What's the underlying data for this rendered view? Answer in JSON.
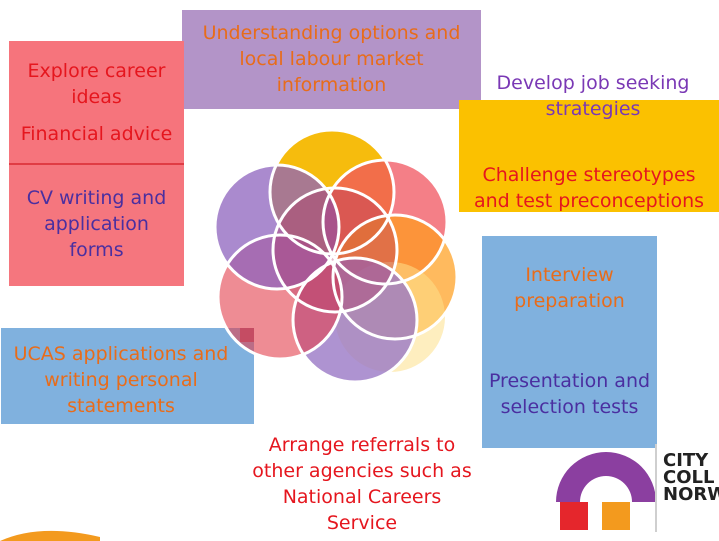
{
  "texts": {
    "understanding": [
      "Understanding options and",
      "local labour market",
      "information"
    ],
    "explore": [
      "Explore career",
      "ideas"
    ],
    "financial": "Financial advice",
    "cv": [
      "CV writing and",
      "application",
      "forms"
    ],
    "develop": [
      "Develop job seeking",
      "strategies"
    ],
    "challenge": [
      "Challenge stereotypes",
      "and test preconceptions"
    ],
    "interview": [
      "Interview",
      "preparation"
    ],
    "presentation": [
      "Presentation and",
      "selection tests"
    ],
    "ucas": [
      "UCAS applications and",
      "writing personal",
      "statements"
    ],
    "referrals": [
      "Arrange referrals to",
      "other agencies such as",
      "National Careers",
      "Service"
    ]
  },
  "logo": {
    "lines": [
      "CITY",
      "COLL",
      "NORW"
    ]
  },
  "colors": {
    "purple_box": "#b394c8",
    "red_box": "#f5767e",
    "yellow_box": "#fbc100",
    "blue_box": "#80b1de",
    "orange_text": "#e86c1a",
    "red_text": "#e5161e",
    "purple_text": "#7a38b5"
  }
}
